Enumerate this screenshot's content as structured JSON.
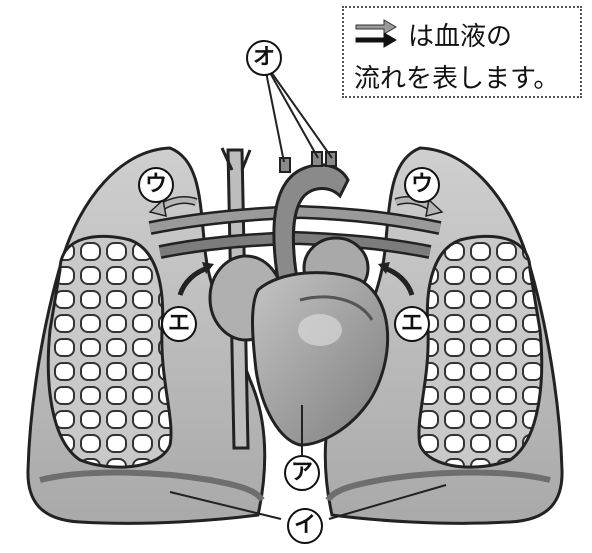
{
  "legend": {
    "line1": "は血液の",
    "line2": "流れを表します。",
    "icon": "double-arrow-icon"
  },
  "labels": {
    "a": "ア",
    "i": "イ",
    "u_left": "ウ",
    "u_right": "ウ",
    "e_left": "エ",
    "e_right": "エ",
    "o": "オ"
  },
  "colors": {
    "lung": "#b9b9b9",
    "lung_dark": "#8c8c8c",
    "heart": "#9c9c9c",
    "vessel": "#7a7a7a",
    "arrow": "#a8a8a8",
    "outline": "#222222"
  }
}
